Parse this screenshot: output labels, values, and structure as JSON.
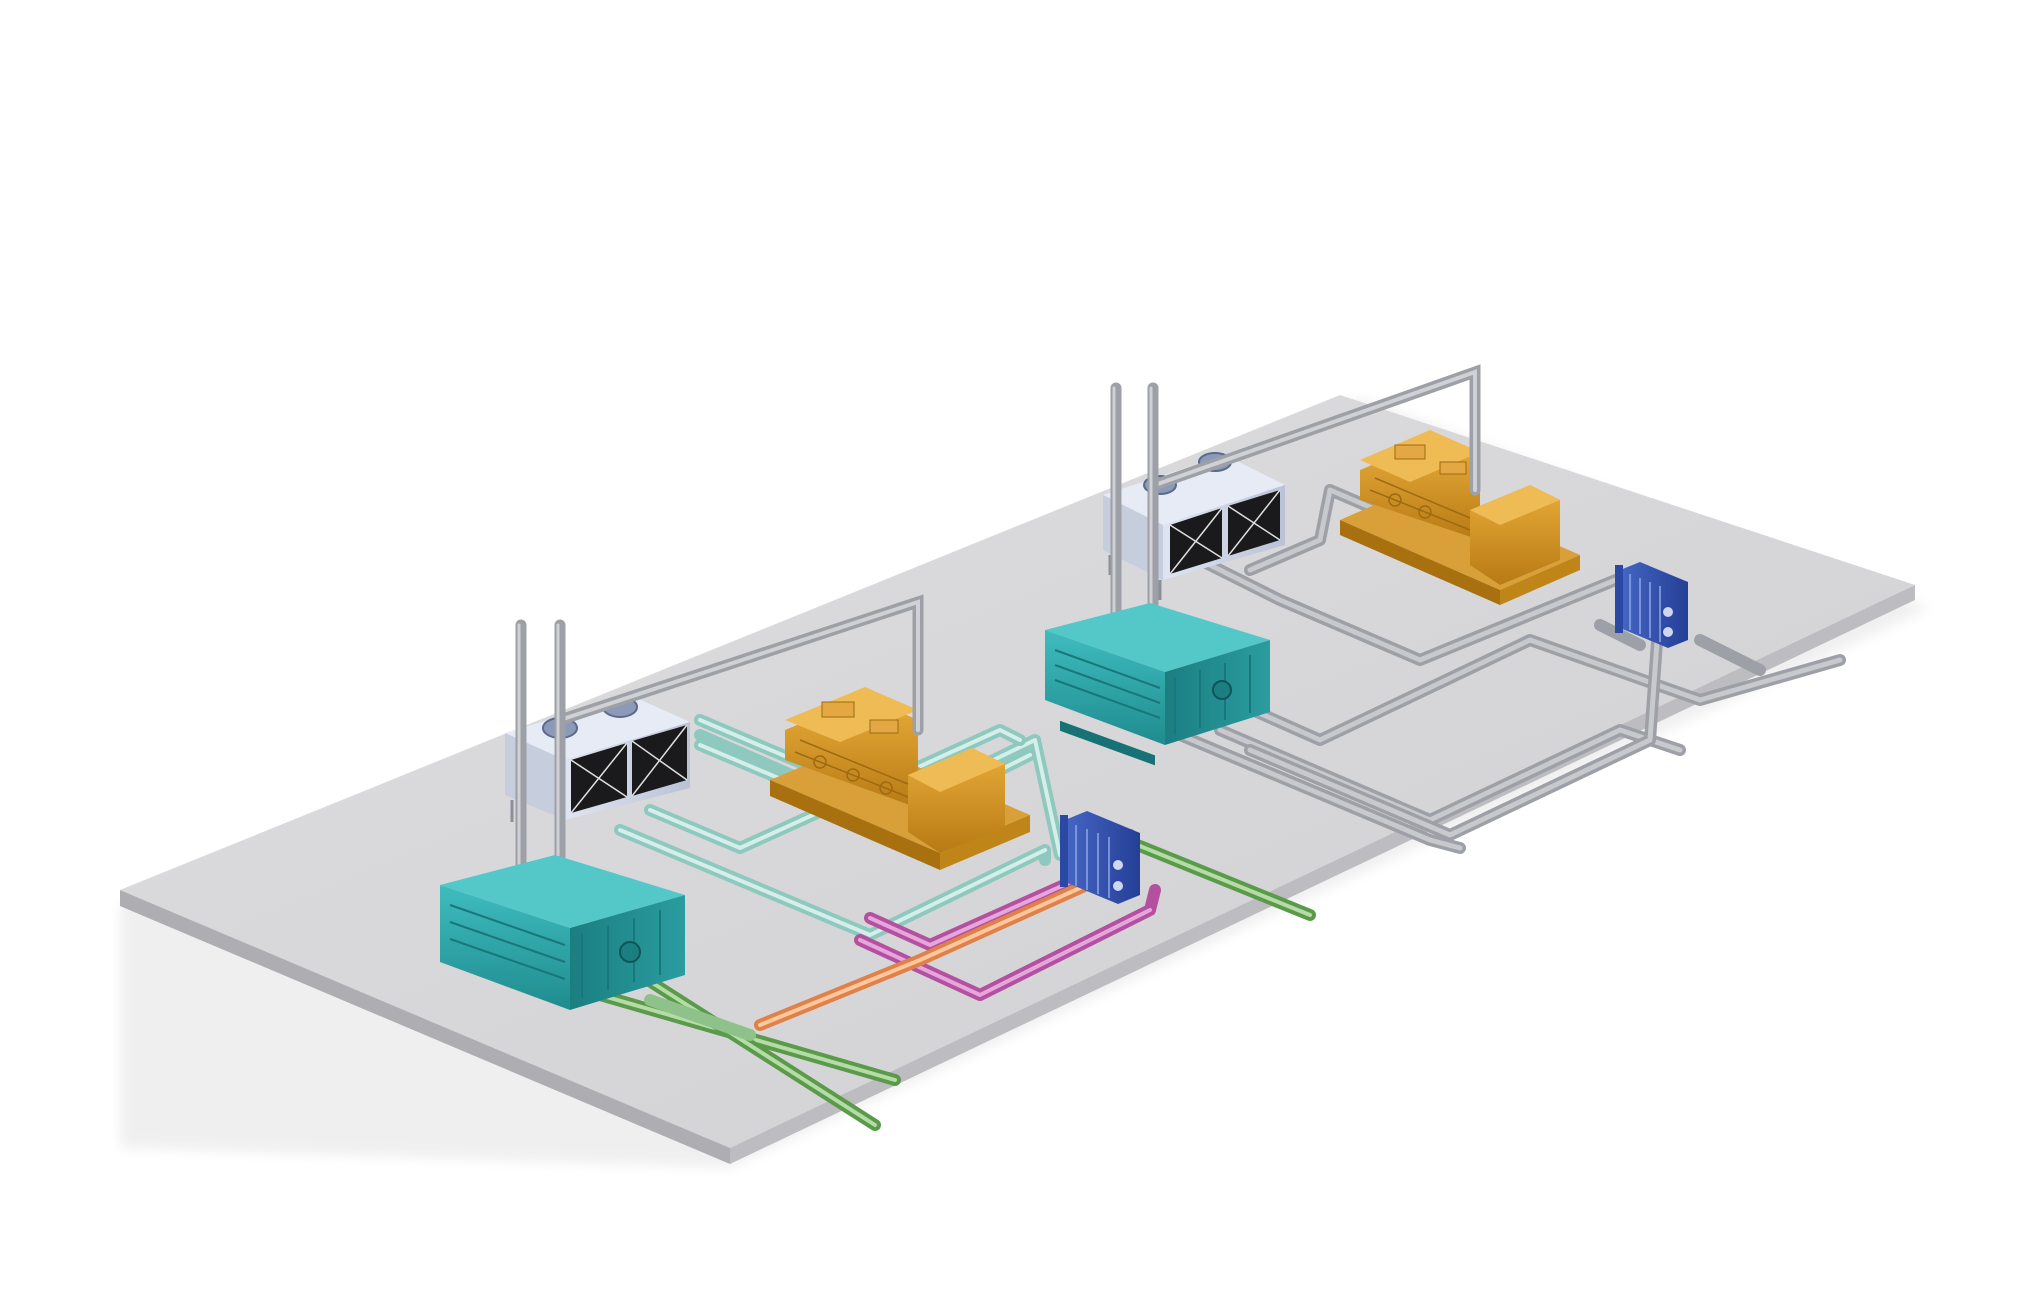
{
  "diagram": {
    "kind": "isometric-3d-plant-layout",
    "text_labels": [],
    "units": [
      {
        "id": "unit-1",
        "components": [
          "absorption-chiller",
          "dry-cooler",
          "gas-engine-generator",
          "plate-heat-exchanger",
          "exhaust-stacks"
        ]
      },
      {
        "id": "unit-2",
        "components": [
          "absorption-chiller",
          "dry-cooler",
          "gas-engine-generator",
          "plate-heat-exchanger",
          "exhaust-stacks"
        ]
      }
    ],
    "pipe_colors": {
      "platform": "#d6d6d8",
      "chiller": "#2ba3a6",
      "engine": "#d4941f",
      "heat_exchanger": "#2e4fae",
      "cooler": "#cfd6e6",
      "exhaust_pipe": "#a9acb2",
      "cooling_water_pipe": "#b7ddd6",
      "hot_water_pipe": "#f0a060",
      "return_pipe": "#c86cc0",
      "chilled_water_pipe": "#6aaa5a",
      "grey_pipe": "#b5b8bd"
    }
  }
}
